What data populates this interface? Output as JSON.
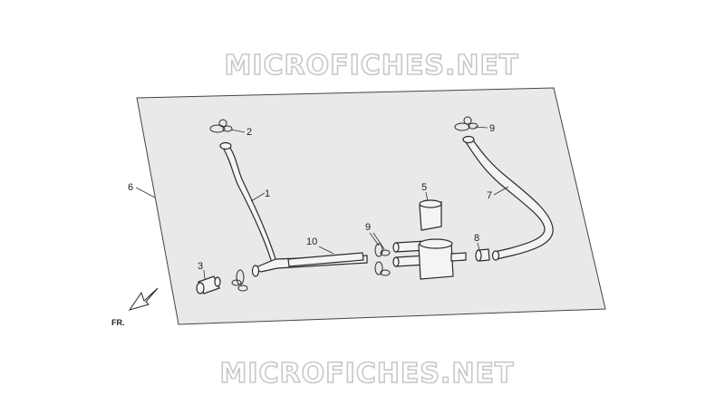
{
  "watermark": {
    "top": "MICROFICHES.NET",
    "bottom": "MICROFICHES.NET"
  },
  "direction_label": "FR.",
  "callouts": {
    "c1": "1",
    "c2": "2",
    "c3": "3",
    "c5": "5",
    "c6": "6",
    "c7": "7",
    "c8": "8",
    "c9a": "9",
    "c9b": "9",
    "c10": "10"
  },
  "colors": {
    "line": "#2a2a2a",
    "panel": "#e9e9e9",
    "watermark_outline": "#c8c8c8"
  }
}
